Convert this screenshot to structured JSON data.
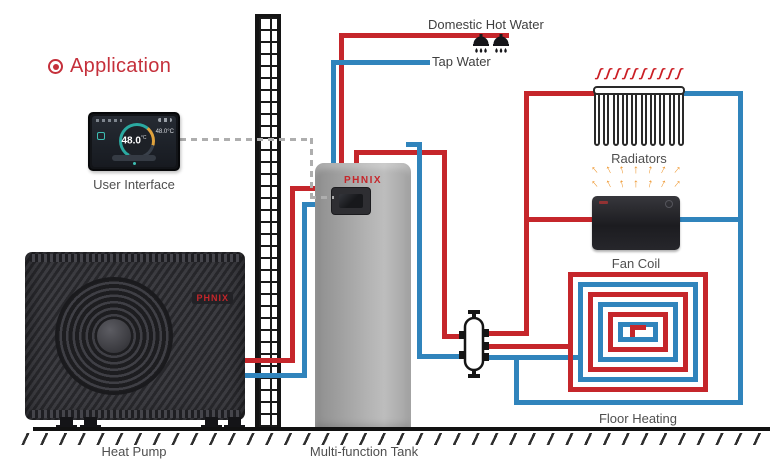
{
  "colors": {
    "pipe_red": "#c5262b",
    "pipe_blue": "#3084bc",
    "title_red": "#c5303b",
    "label_gray": "#4f4f4f",
    "arrow_orange": "#ee9429",
    "heat_wave_red": "#cb1f25"
  },
  "title": {
    "text": "Application"
  },
  "water": {
    "domestic_hot_water": "Domestic Hot Water",
    "tap_water": "Tap Water"
  },
  "devices": {
    "user_interface": {
      "label": "User Interface",
      "main_temp": "48.0",
      "main_temp_unit": "°C",
      "side_temp": "48.0°C"
    },
    "heat_pump": {
      "label": "Heat Pump",
      "brand": "PHNIX"
    },
    "tank": {
      "label": "Multi-function Tank",
      "brand": "PHNIX"
    },
    "radiators": {
      "label": "Radiators"
    },
    "fan_coil": {
      "label": "Fan Coil"
    },
    "floor_heating": {
      "label": "Floor Heating"
    }
  }
}
